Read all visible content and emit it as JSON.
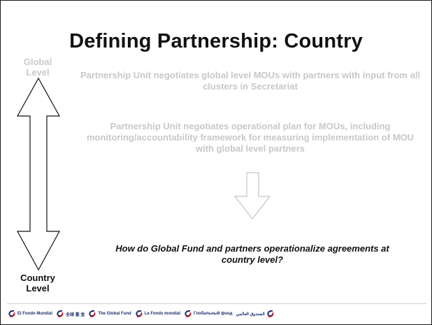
{
  "slide": {
    "title": "Defining Partnership:  Country",
    "global_level_label": "Global Level",
    "country_level_label": "Country Level",
    "paragraph_1": "Partnership Unit negotiates global level MOUs with partners with input from all clusters in Secretariat",
    "paragraph_2": "Partnership Unit negotiates operational plan for MOUs, including monitoring/accountability framework for measuring implementation of MOU with global level partners",
    "question": "How do Global Fund and partners operationalize agreements at country level?"
  },
  "footer": {
    "logos": [
      {
        "text": "El Fondo Mundial",
        "icon": "global-fund-logo-icon"
      },
      {
        "text": "全球 基 金",
        "icon": "global-fund-logo-icon"
      },
      {
        "text": "The Global Fund",
        "icon": "global-fund-logo-icon"
      },
      {
        "text": "Le Fonds mondial",
        "icon": "global-fund-logo-icon"
      },
      {
        "text": "Глобальный фонд",
        "icon": "global-fund-logo-icon"
      },
      {
        "text": "الصندوق العالمي",
        "icon": "global-fund-logo-icon"
      }
    ]
  },
  "colors": {
    "title": "#111111",
    "faded_text": "#c8c8c8",
    "logo_blue": "#1b2f6e",
    "logo_red": "#d8262e"
  }
}
